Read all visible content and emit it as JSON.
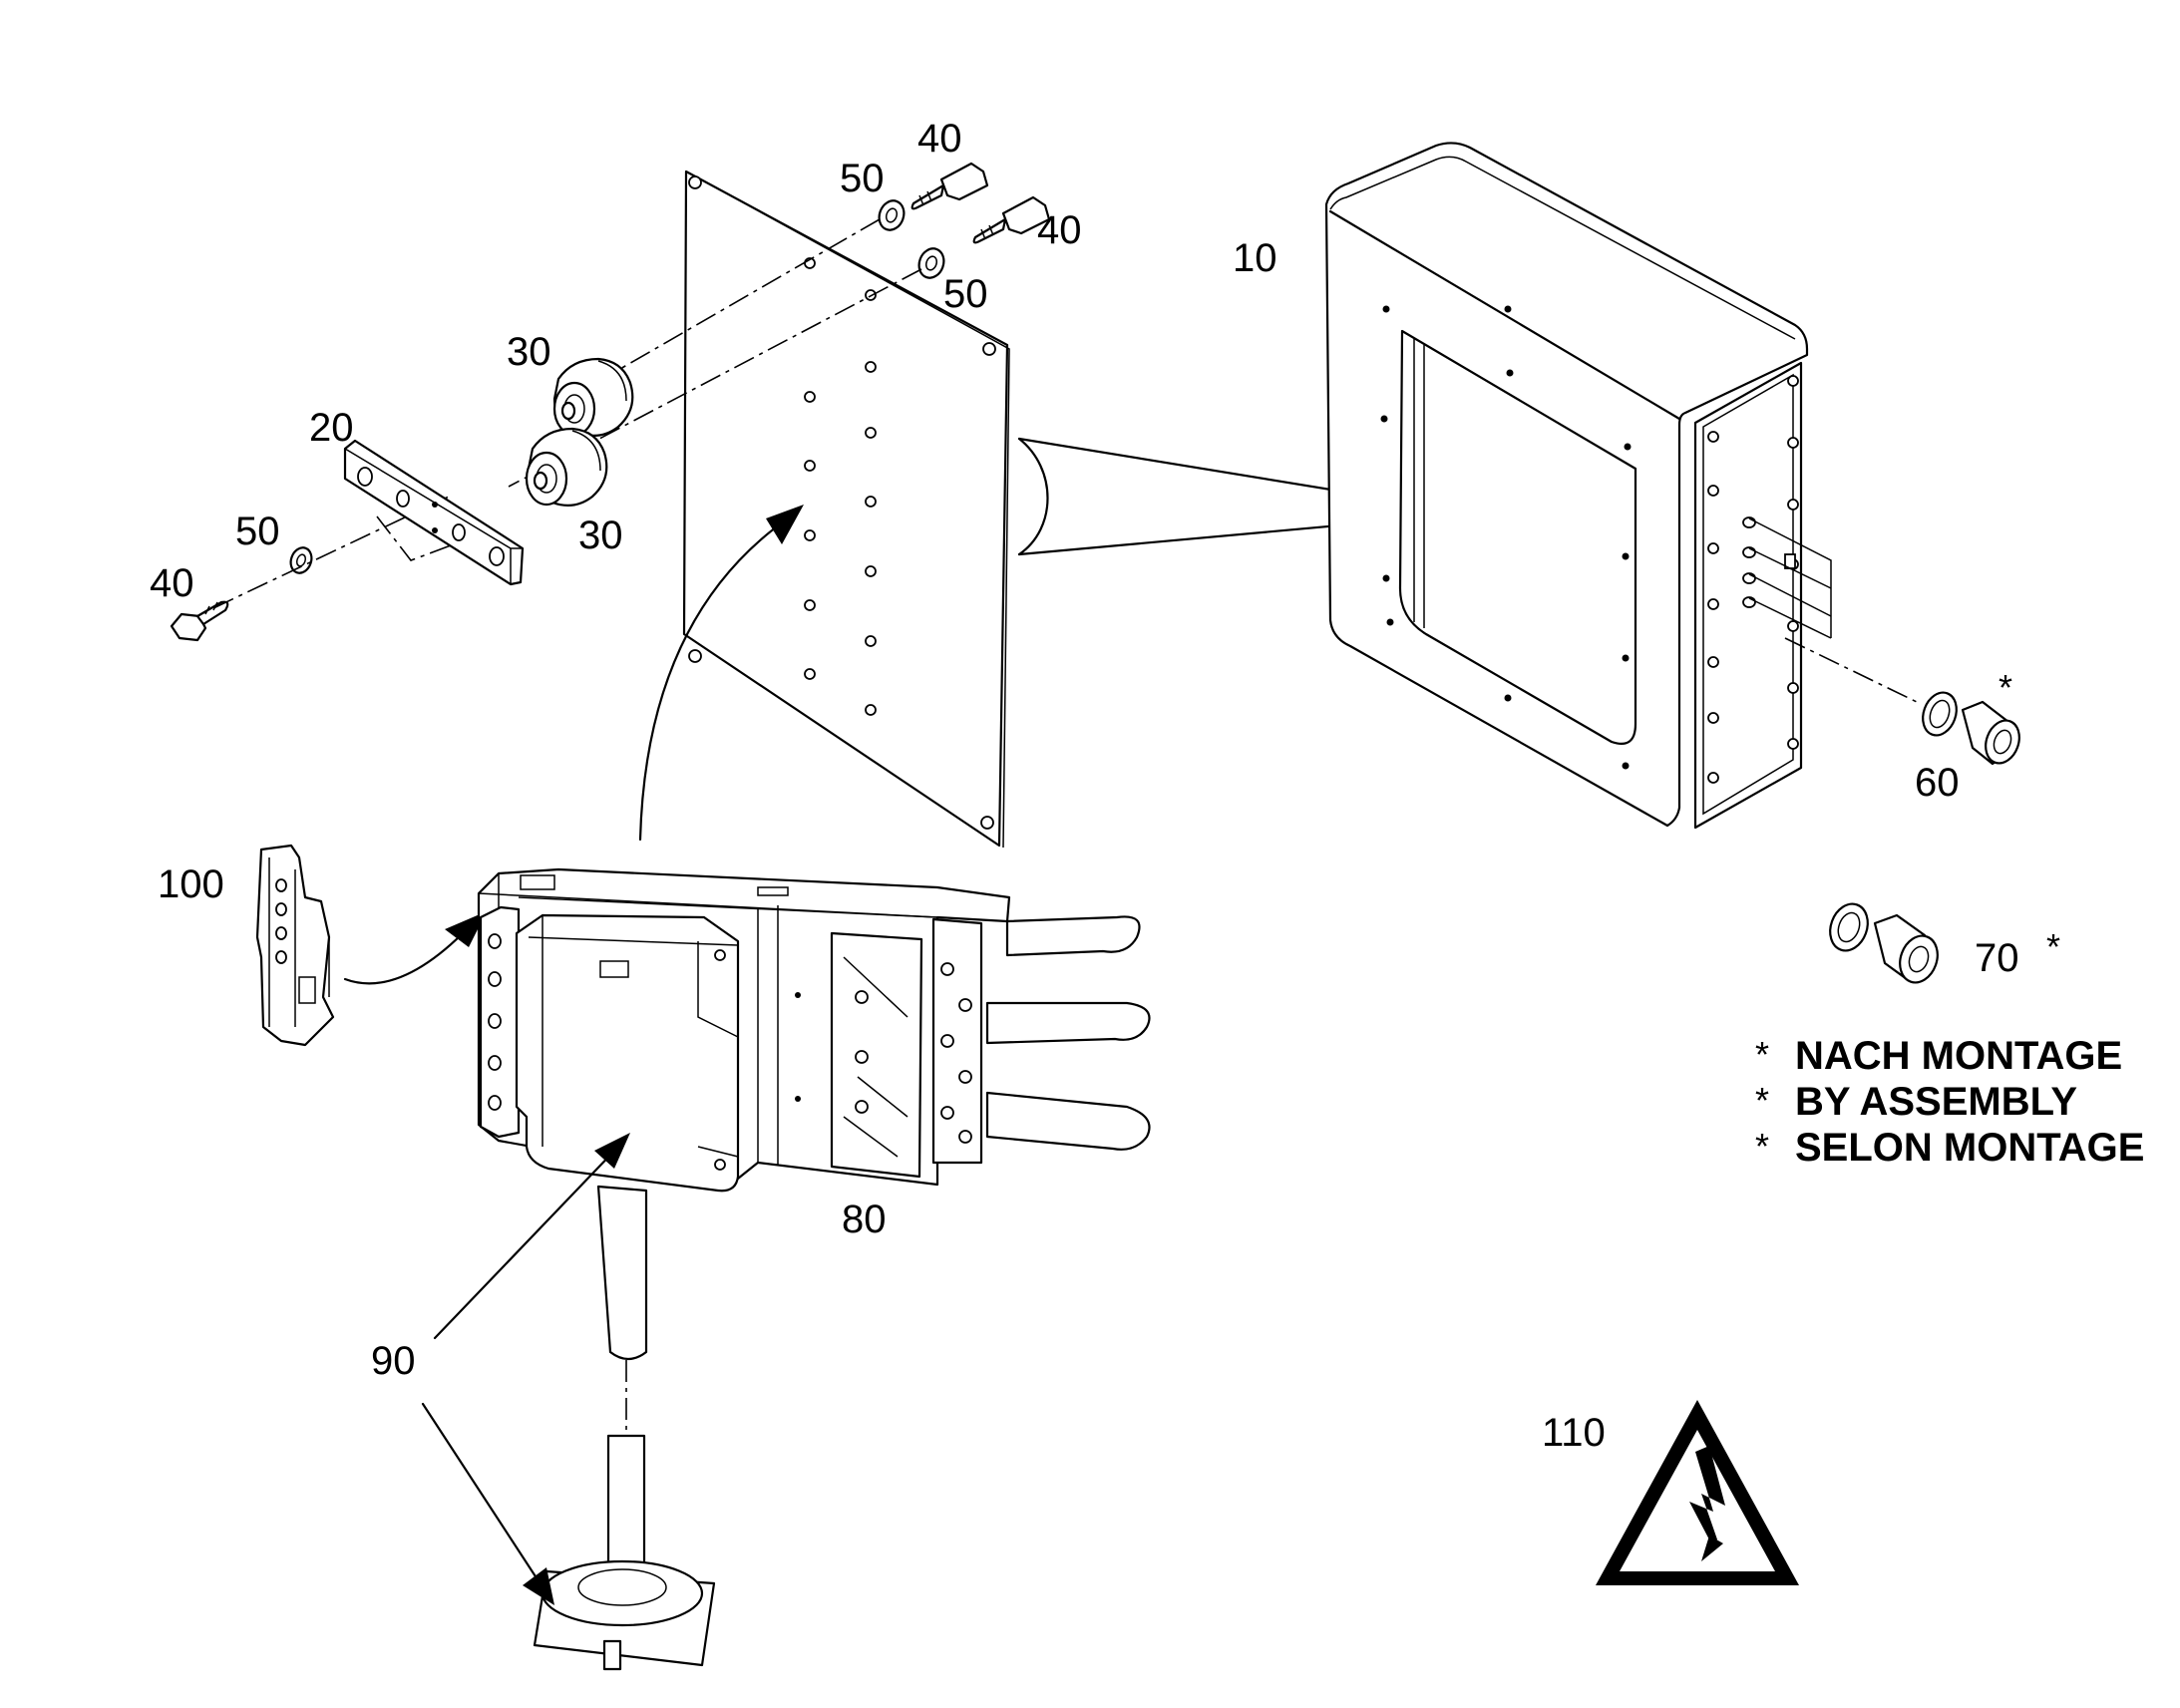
{
  "labels": {
    "p10": "10",
    "p20": "20",
    "p30a": "30",
    "p30b": "30",
    "p40a": "40",
    "p40b": "40",
    "p40c": "40",
    "p50a": "50",
    "p50b": "50",
    "p50c": "50",
    "p60": "60",
    "p70": "70",
    "p80": "80",
    "p90": "90",
    "p100": "100",
    "p110": "110"
  },
  "asterisk": "*",
  "notes": [
    "NACH MONTAGE",
    "BY ASSEMBLY",
    "SELON MONTAGE"
  ],
  "icons": {
    "warning": "electrical-hazard-warning-icon"
  }
}
